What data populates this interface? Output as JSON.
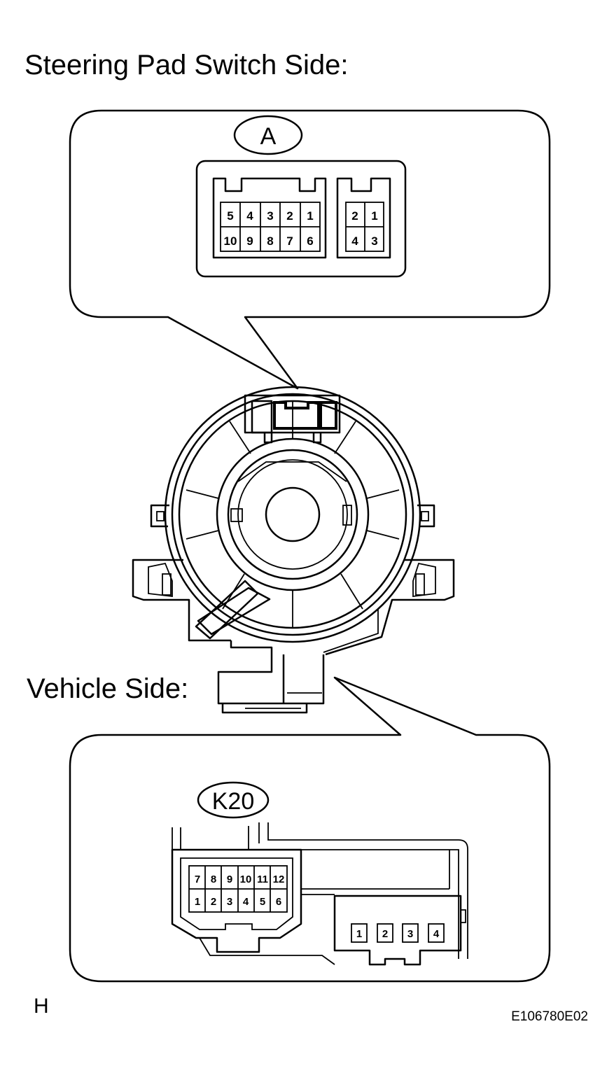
{
  "labels": {
    "top_title": "Steering Pad Switch Side:",
    "vehicle_side": "Vehicle Side:",
    "corner_mark": "H",
    "figure_code": "E106780E02"
  },
  "connector_a": {
    "tag": "A",
    "main_pins_top": [
      "5",
      "4",
      "3",
      "2",
      "1"
    ],
    "main_pins_bottom": [
      "10",
      "9",
      "8",
      "7",
      "6"
    ],
    "sub_pins_top": [
      "2",
      "1"
    ],
    "sub_pins_bottom": [
      "4",
      "3"
    ]
  },
  "connector_k20": {
    "tag": "K20",
    "main_pins_top": [
      "7",
      "8",
      "9",
      "10",
      "11",
      "12"
    ],
    "main_pins_bottom": [
      "1",
      "2",
      "3",
      "4",
      "5",
      "6"
    ],
    "sub_pins": [
      "1",
      "2",
      "3",
      "4"
    ]
  }
}
